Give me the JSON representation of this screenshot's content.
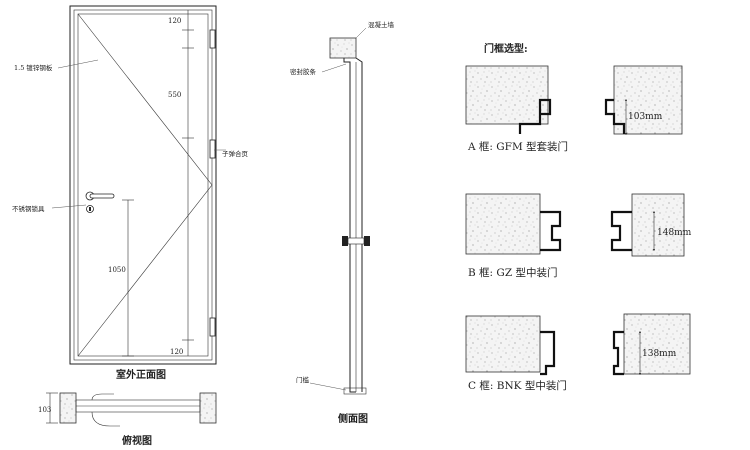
{
  "front_view": {
    "caption": "室外正面图",
    "labels": {
      "plate": "1.5 镀锌钢板",
      "hinge": "子弹合页",
      "handle": "不锈钢锁具"
    },
    "dimensions": {
      "top": "120",
      "mid": "550",
      "lower": "1050",
      "bottom": "120"
    }
  },
  "top_view": {
    "caption": "俯视图",
    "dimension": "103"
  },
  "side_view": {
    "caption": "侧面图",
    "labels": {
      "wall": "混凝土墙",
      "seal": "密封胶条",
      "sill": "门槛"
    }
  },
  "frame_types": {
    "heading": "门框选型:",
    "items": [
      {
        "label": "A 框:  GFM 型套装门",
        "dimension": "103mm"
      },
      {
        "label": "B 框:  GZ 型中装门",
        "dimension": "148mm"
      },
      {
        "label": "C 框:  BNK 型中装门",
        "dimension": "138mm"
      }
    ]
  }
}
